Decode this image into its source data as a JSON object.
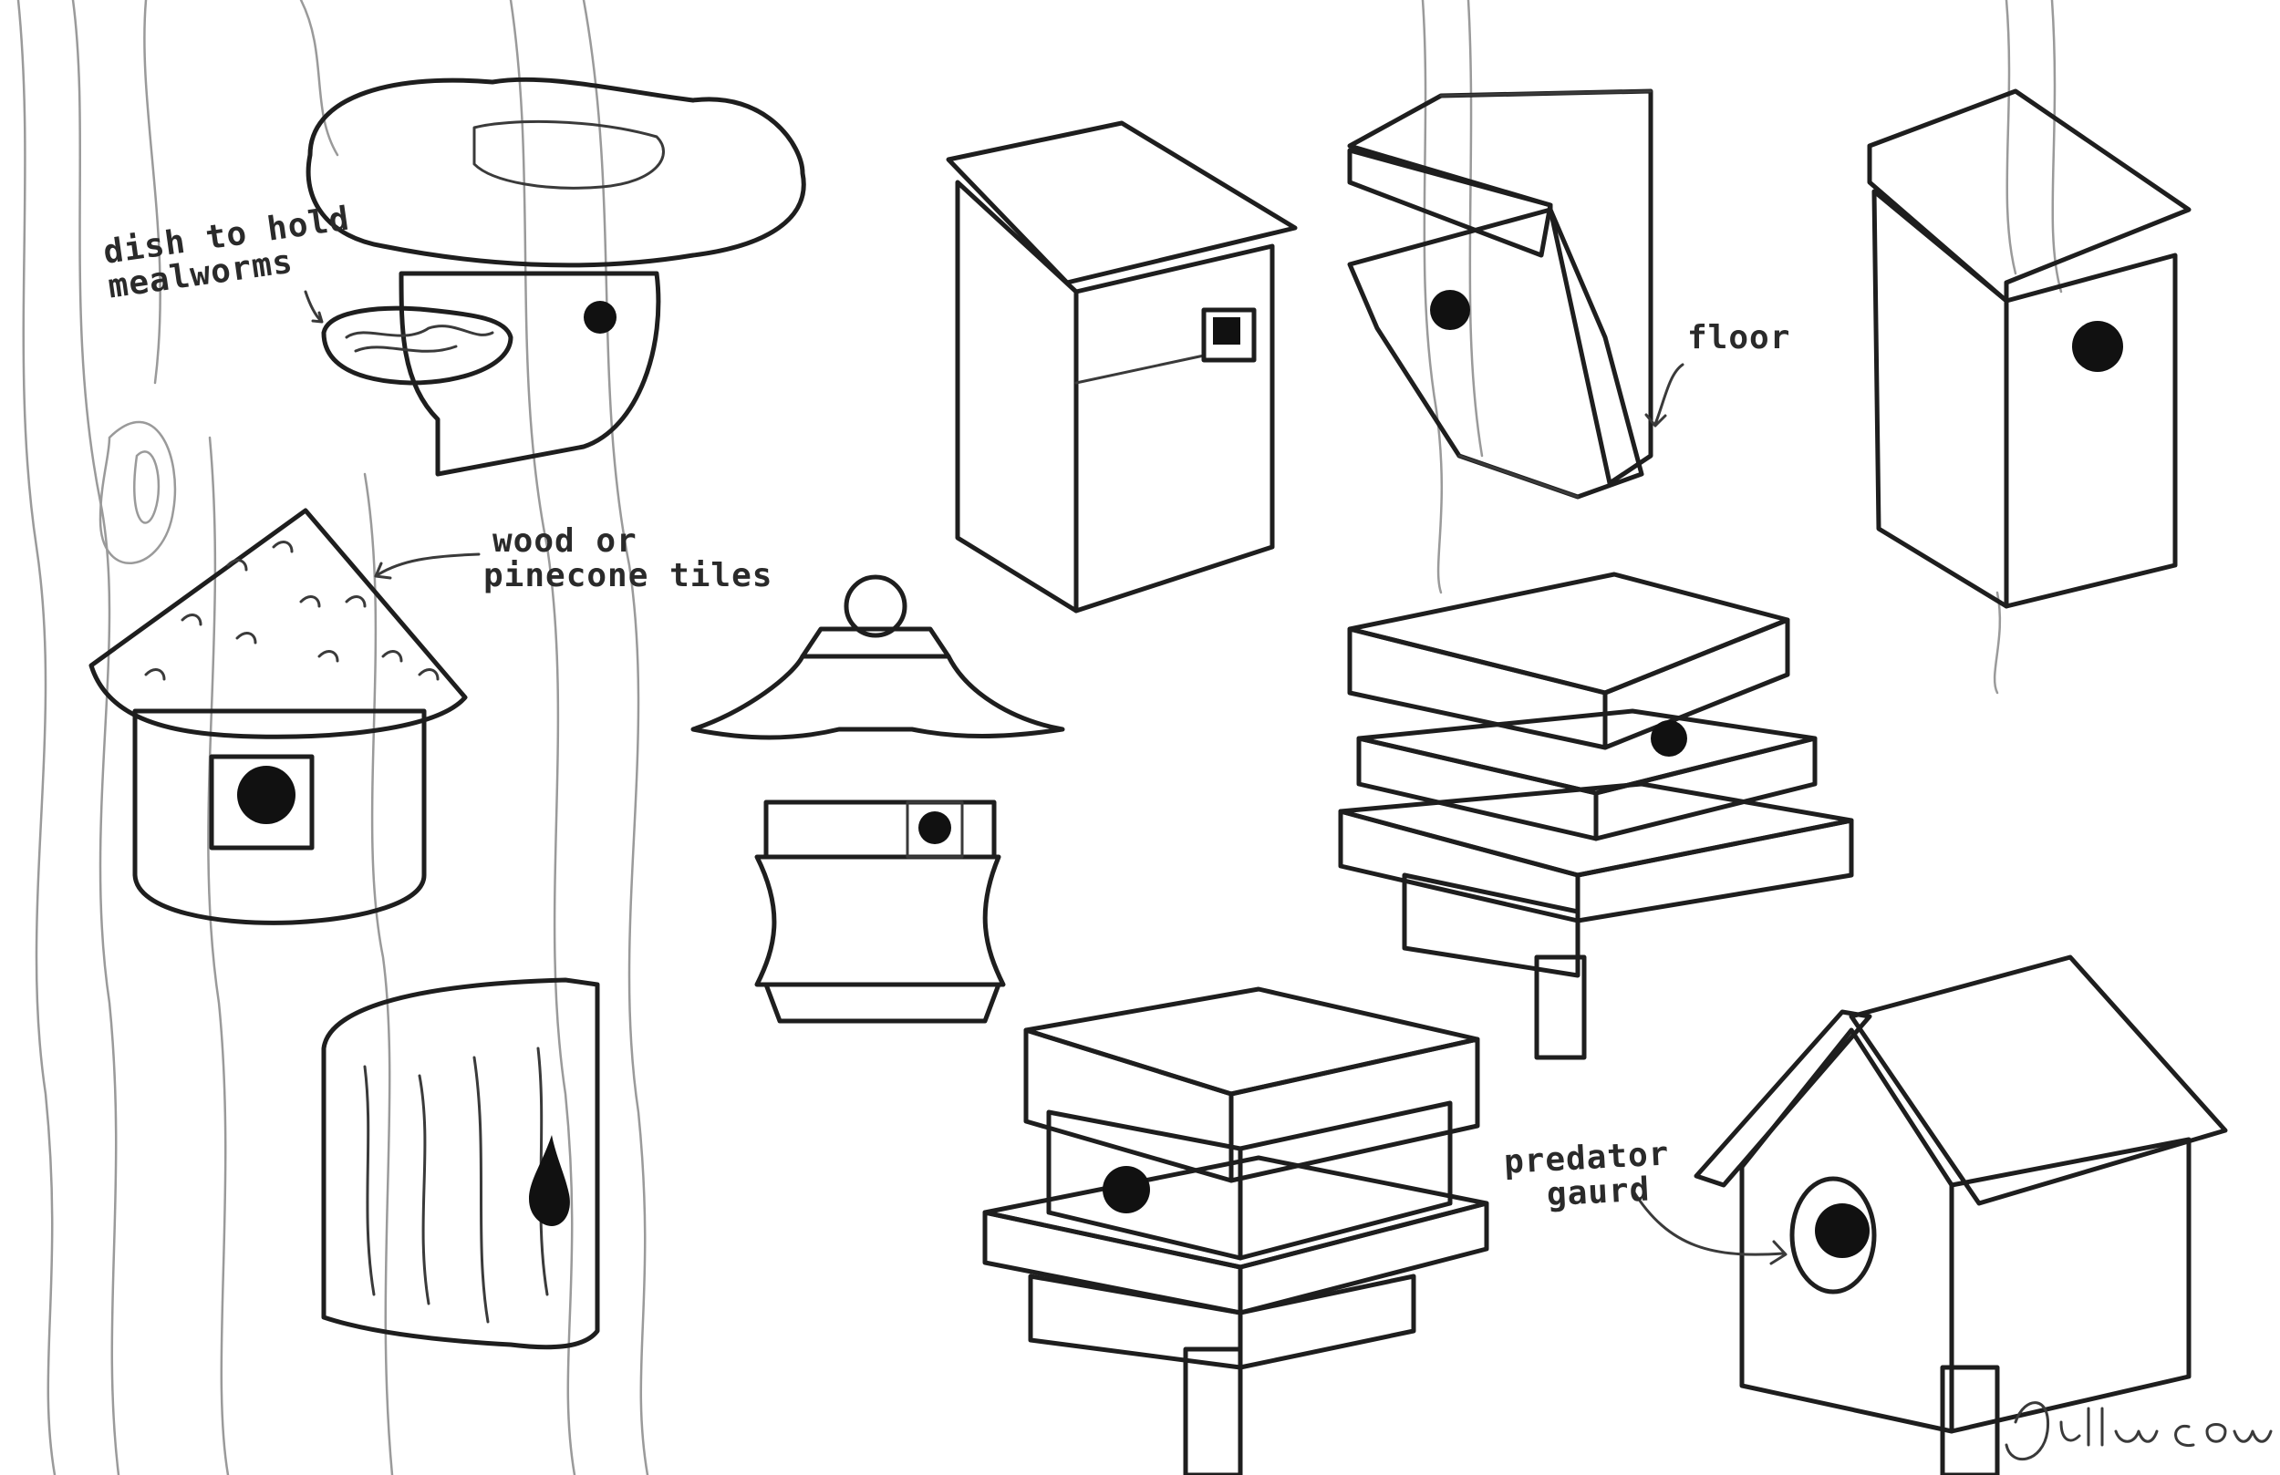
{
  "annotations": {
    "dish": [
      "dish to hold",
      "mealworms"
    ],
    "tiles": [
      "wood or",
      "pinecone tiles"
    ],
    "floor": "floor",
    "guard": [
      "predator",
      "gaurd"
    ]
  },
  "signature": "Jillian Cowan",
  "colors": {
    "paper": "#ffffff",
    "pencil": "#1e1e1e",
    "shading": "#c8c8c8",
    "bark": "#9a9a9a"
  }
}
